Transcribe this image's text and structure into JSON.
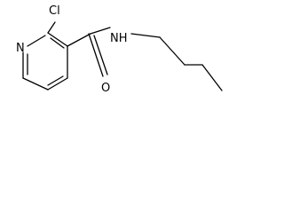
{
  "molecule": {
    "atoms": {
      "nitrogen_ring": "N",
      "chlorine": "Cl",
      "amide_nh": "NH",
      "carbonyl_oxygen": "O"
    },
    "colors": {
      "bond": "#000000",
      "label": "#000000",
      "background": "#ffffff"
    }
  }
}
